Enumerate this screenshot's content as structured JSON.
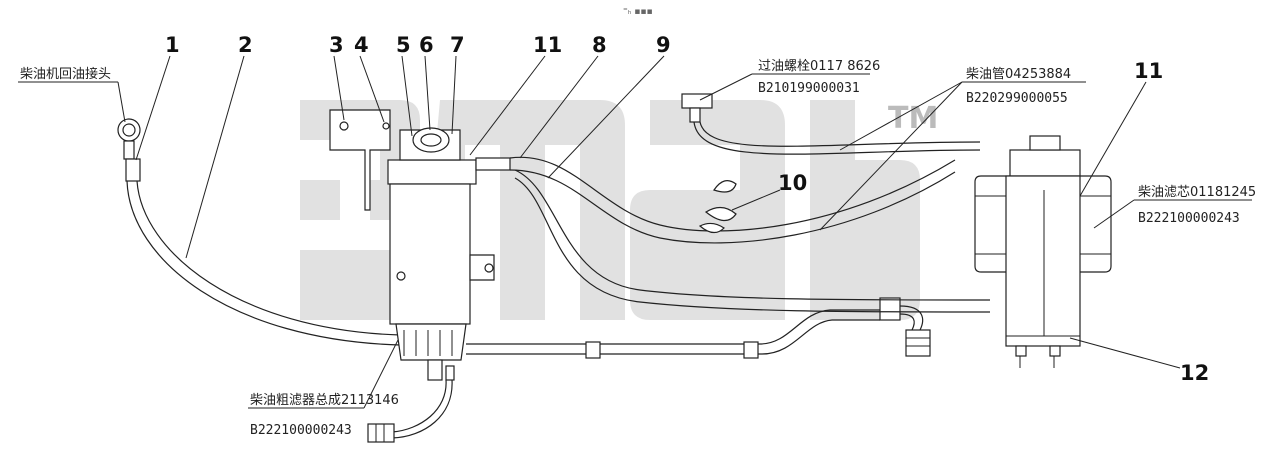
{
  "watermark": {
    "logo_text": "3mdp",
    "tm": "TM"
  },
  "top_mark": "⁼ₕ ▪▪▪",
  "callouts": [
    {
      "id": "c1",
      "number": "1"
    },
    {
      "id": "c2",
      "number": "2"
    },
    {
      "id": "c3",
      "number": "3"
    },
    {
      "id": "c4",
      "number": "4"
    },
    {
      "id": "c5",
      "number": "5"
    },
    {
      "id": "c6",
      "number": "6"
    },
    {
      "id": "c7",
      "number": "7"
    },
    {
      "id": "c11a",
      "number": "11"
    },
    {
      "id": "c8",
      "number": "8"
    },
    {
      "id": "c9",
      "number": "9"
    },
    {
      "id": "c10",
      "number": "10"
    },
    {
      "id": "c11b",
      "number": "11"
    },
    {
      "id": "c12",
      "number": "12"
    }
  ],
  "labels": {
    "return_fitting": {
      "text": "柴油机回油接头"
    },
    "strainer_bolt": {
      "text": "过油螺栓0117 8626",
      "code": "B210199000031"
    },
    "fuel_pipe": {
      "text": "柴油管04253884",
      "code": "B220299000055"
    },
    "filter_element": {
      "text": "柴油滤芯01181245",
      "code": "B222100000243"
    },
    "coarse_filter": {
      "text": "柴油粗滤器总成2113146",
      "code": "B222100000243"
    }
  }
}
